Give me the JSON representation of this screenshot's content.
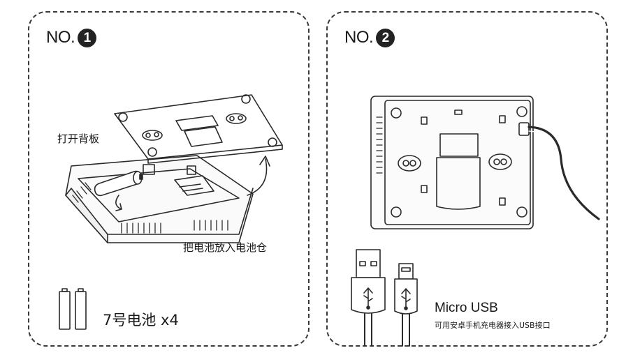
{
  "step1": {
    "prefix": "NO.",
    "number": "1",
    "open_label": "打开背板",
    "insert_label": "把电池放入电池仓",
    "battery_label": "7号电池 x4"
  },
  "step2": {
    "prefix": "NO.",
    "number": "2",
    "cable_label": "Micro USB",
    "cable_note": "可用安卓手机充电器接入USB接口"
  }
}
